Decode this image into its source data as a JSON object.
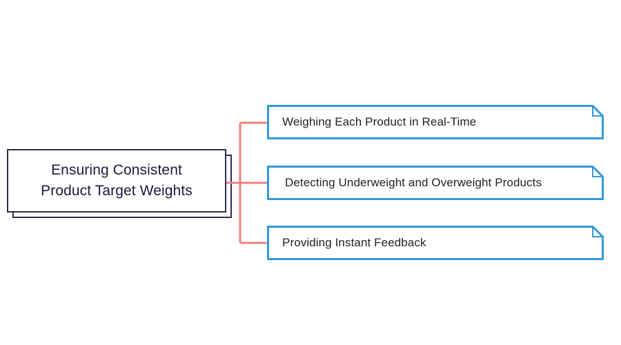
{
  "diagram": {
    "type": "horizontal-tree",
    "background_color": "#ffffff",
    "root": {
      "label": "Ensuring Consistent\nProduct Target Weights",
      "border_color": "#2b2d50",
      "text_color": "#1a1a3c",
      "fill_color": "#ffffff"
    },
    "connector": {
      "color": "#f1807a",
      "style": "orthogonal-bracket"
    },
    "nodes": [
      {
        "label": "Weighing Each Product in Real-Time",
        "border_color": "#3399dd",
        "fill_color": "#ffffff",
        "text_color": "#222222",
        "corner": "folded-top-right"
      },
      {
        "label": "Detecting Underweight and Overweight Products",
        "border_color": "#3399dd",
        "fill_color": "#ffffff",
        "text_color": "#222222",
        "corner": "folded-top-right"
      },
      {
        "label": "Providing Instant Feedback",
        "border_color": "#3399dd",
        "fill_color": "#ffffff",
        "text_color": "#222222",
        "corner": "folded-top-right"
      }
    ]
  }
}
